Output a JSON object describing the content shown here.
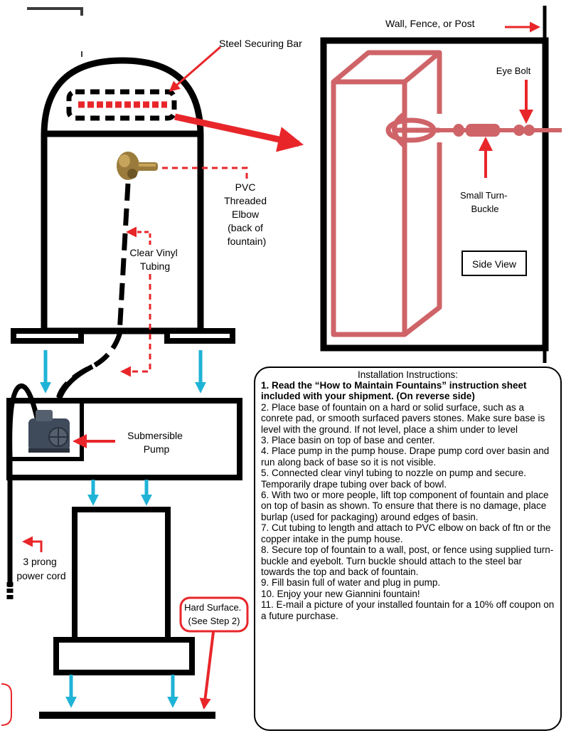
{
  "diagram": {
    "labels": {
      "wall": "Wall, Fence, or Post",
      "steel_bar": "Steel Securing Bar",
      "eye_bolt": "Eye Bolt",
      "turnbuckle": [
        "Small Turn-",
        "Buckle"
      ],
      "side_view": "Side View",
      "pvc_elbow": [
        "PVC",
        "Threaded",
        "Elbow",
        "(back of",
        "fountain)"
      ],
      "tubing": [
        "Clear Vinyl",
        "Tubing"
      ],
      "pump": [
        "Submersible",
        "Pump"
      ],
      "power_cord": [
        "3 prong",
        "power cord"
      ],
      "hard_surface": [
        "Hard Surface.",
        "(See Step 2)"
      ]
    },
    "colors": {
      "line": "#000000",
      "arrow_red": "#e8262a",
      "arrow_blue": "#1fb3d6",
      "side_view_pink": "#cf6468",
      "bolt_red": "#e8262a",
      "nozzle_bronze": "#9a7b3c",
      "pump_body": "#3f4a5a"
    }
  },
  "instructions": {
    "title": "Installation Instructions:",
    "steps": [
      {
        "text": "1. Read the “How to Maintain Fountains”  instruction sheet included with your shipment. (On reverse side)",
        "bold": true
      },
      {
        "text": "2. Place base of fountain on a hard or solid surface, such as a conrete pad, or smooth surfaced pavers stones. Make sure base is level with the ground. If not level, place a shim under to level",
        "bold": false
      },
      {
        "text": "3. Place basin on top of base and center.",
        "bold": false
      },
      {
        "text": "4. Place pump in the pump house. Drape pump cord over basin and run along back of base so it is not visible.",
        "bold": false
      },
      {
        "text": "5. Connected clear vinyl tubing to nozzle on pump and secure. Temporarily drape tubing over back of bowl.",
        "bold": false
      },
      {
        "text": "6. With two or more people, lift top component of fountain and place on top of basin as shown. To ensure that there is no damage, place burlap (used for packaging) around edges of basin.",
        "bold": false
      },
      {
        "text": "7. Cut tubing to length and attach to PVC elbow on back of ftn or the copper intake in the pump house.",
        "bold": false
      },
      {
        "text": "8. Secure top of fountain to a wall, post, or fence using supplied turn-buckle and eyebolt. Turn buckle should attach to the steel bar towards the top and back of fountain.",
        "bold": false
      },
      {
        "text": "9. Fill basin full of water and plug in pump.",
        "bold": false
      },
      {
        "text": "10.  Enjoy your new Giannini fountain!",
        "bold": false
      },
      {
        "text": "11. E-mail a picture of your installed fountain for a 10% off coupon on a future purchase.",
        "bold": false
      }
    ]
  }
}
